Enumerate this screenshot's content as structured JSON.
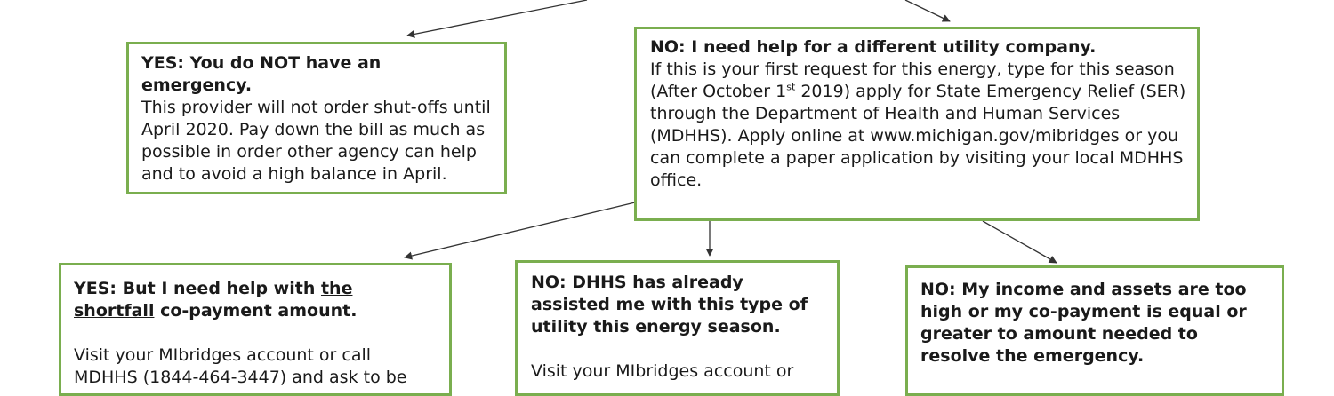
{
  "colors": {
    "border": "#7aae4f",
    "arrow": "#333333"
  },
  "box_yes_no_emergency": {
    "heading": "YES: You do NOT have an emergency.",
    "body": "This provider will not order shut-offs until April 2020. Pay down the bill as much as possible in order other agency can help and to avoid a high balance in April."
  },
  "box_different_utility": {
    "heading": "NO: I need help for a different utility company.",
    "body_before_sup": "If this is your first request for this energy, type for this season (After October 1",
    "sup": "st",
    "body_after_sup": " 2019) apply for State Emergency Relief (SER) through the Department of Health and Human Services (MDHHS). Apply online at www.michigan.gov/mibridges or you can complete a paper application by visiting your local MDHHS office."
  },
  "box_shortfall": {
    "heading_before": "YES: But I need help with ",
    "heading_underlined": "the shortfall",
    "heading_after": " co-payment amount.",
    "body": "Visit your MIbridges account or call MDHHS (1844-464-3447) and ask to be"
  },
  "box_already_assisted": {
    "heading": "NO: DHHS has already assisted me with this type of utility this energy season.",
    "body": "Visit your MIbridges account or"
  },
  "box_income_too_high": {
    "heading": "NO: My income and assets are too high or my co-payment is equal or greater to amount needed to resolve the emergency."
  }
}
